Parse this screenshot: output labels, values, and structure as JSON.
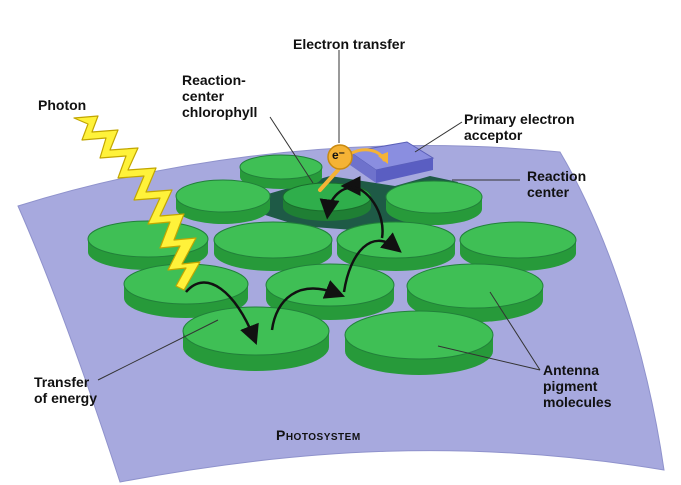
{
  "labels": {
    "electron_transfer": "Electron transfer",
    "reaction_center_chlorophyll": "Reaction-\ncenter\nchlorophyll",
    "photon": "Photon",
    "primary_electron_acceptor": "Primary electron\nacceptor",
    "reaction_center": "Reaction\ncenter",
    "transfer_of_energy": "Transfer\nof energy",
    "antenna_pigment_molecules": "Antenna\npigment\nmolecules",
    "photosystem": "Photosystem",
    "electron_symbol": "e⁻"
  },
  "colors": {
    "membrane": "#a7a9de",
    "disc_top": "#3fbf55",
    "disc_side": "#279a3a",
    "acceptor": "#7b7fd6",
    "photon": "#fff23a",
    "electron": "#f5b335"
  }
}
